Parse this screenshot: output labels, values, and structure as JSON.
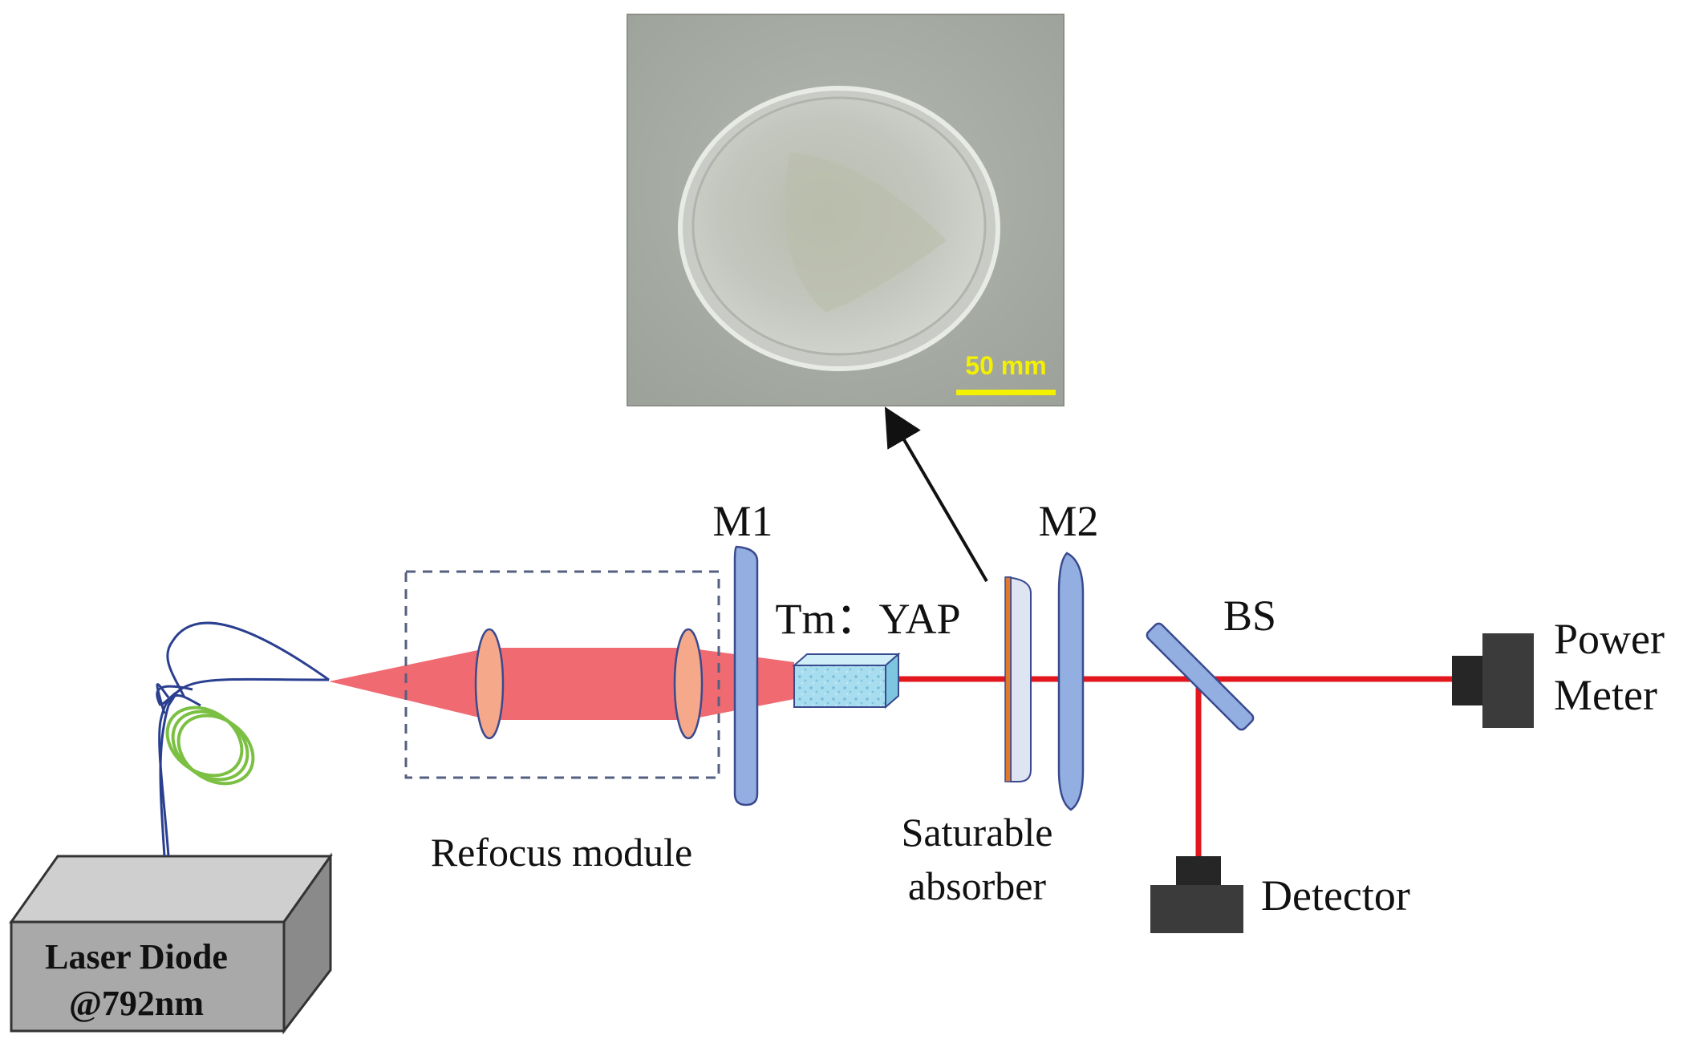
{
  "labels": {
    "laser_diode_line1": "Laser Diode",
    "laser_diode_line2": "@792nm",
    "refocus_module": "Refocus module",
    "m1": "M1",
    "m2": "M2",
    "crystal": "Tm：YAP",
    "saturable_line1": "Saturable",
    "saturable_line2": "absorber",
    "bs": "BS",
    "power_line1": "Power",
    "power_line2": "Meter",
    "detector": "Detector"
  },
  "photo": {
    "scale_bar_label": "50 mm"
  },
  "colors": {
    "pump_beam": "#f06a72",
    "laser_beam": "#e3161d",
    "mirror": "#93aee0",
    "lens": "#f5a98a",
    "fiber": "#2a3f8f",
    "fiber_coil": "#7bc043",
    "crystal": "#a8dcef",
    "detector": "#3b3b3b",
    "scale_bar": "#f3f000",
    "photo_bg": "#a9aea6"
  }
}
